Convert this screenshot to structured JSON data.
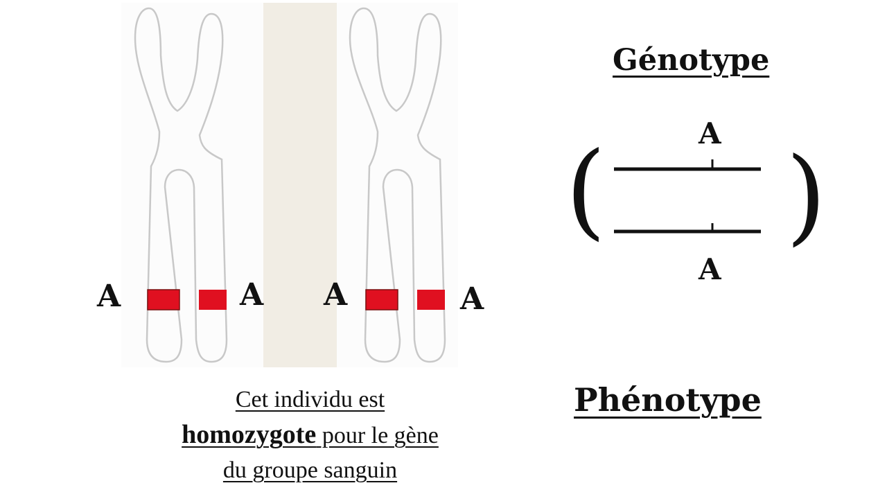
{
  "alleles": {
    "chrom1_left": "A",
    "chrom1_right": "A",
    "chrom2_left": "A",
    "chrom2_right": "A"
  },
  "genotype": {
    "title": "Génotype",
    "allele_top": "A",
    "allele_bottom": "A",
    "paren_open": "(",
    "paren_close": ")"
  },
  "phenotype": {
    "title": "Phénotype"
  },
  "caption": {
    "line1": "Cet individu est",
    "bold_word": "homozygote",
    "line2_rest": " pour le gène",
    "line3": "du groupe sanguin"
  },
  "colors": {
    "gene_band": "#e01020",
    "chromosome_outline": "#c8c8c8",
    "divider_strip": "#f1ede4",
    "text": "#111111"
  }
}
